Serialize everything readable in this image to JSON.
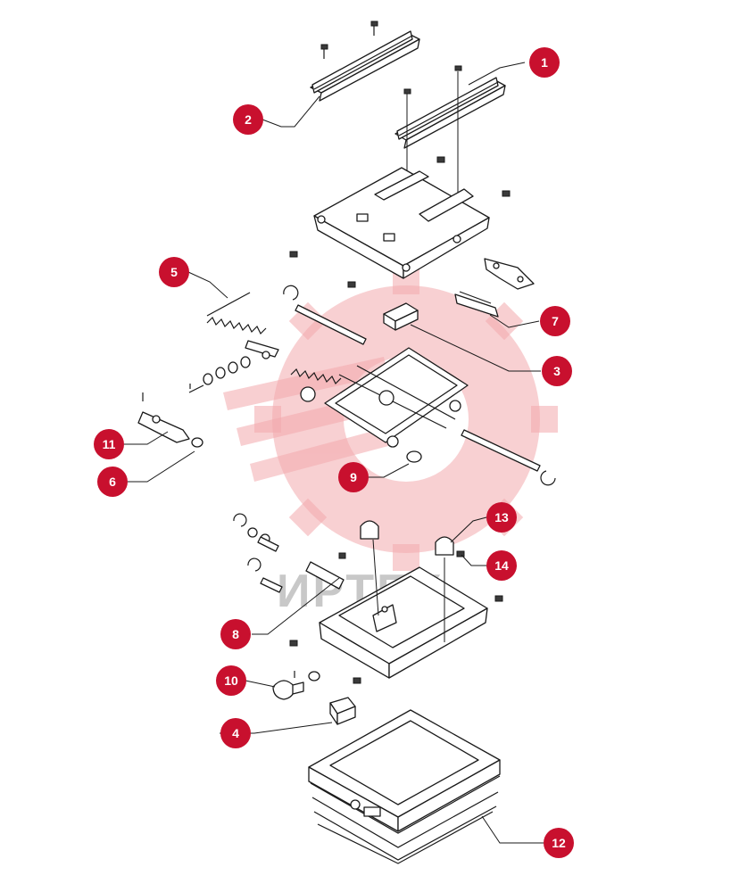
{
  "watermark": {
    "text": "ИРТЕХ",
    "gear_color": "#f3a9ad"
  },
  "accent_color": "#c8102e",
  "callouts": [
    {
      "id": "1",
      "label": "1",
      "part": "right-slide-rail"
    },
    {
      "id": "2",
      "label": "2",
      "part": "left-slide-rail"
    },
    {
      "id": "3",
      "label": "3",
      "part": "rubber-buffer-block"
    },
    {
      "id": "4",
      "label": "4",
      "part": "bottom-buffer"
    },
    {
      "id": "5",
      "label": "5",
      "part": "tension-spring-large"
    },
    {
      "id": "6",
      "label": "6",
      "part": "knob-cap"
    },
    {
      "id": "7",
      "label": "7",
      "part": "adjustment-rack"
    },
    {
      "id": "8",
      "label": "8",
      "part": "pivot-pins"
    },
    {
      "id": "9",
      "label": "9",
      "part": "roller-bushing"
    },
    {
      "id": "10",
      "label": "10",
      "part": "cam-knob"
    },
    {
      "id": "11",
      "label": "11",
      "part": "adjuster-shaft"
    },
    {
      "id": "12",
      "label": "12",
      "part": "bellows-base"
    },
    {
      "id": "13",
      "label": "13",
      "part": "stop-buffer"
    },
    {
      "id": "14",
      "label": "14",
      "part": "screw"
    }
  ]
}
